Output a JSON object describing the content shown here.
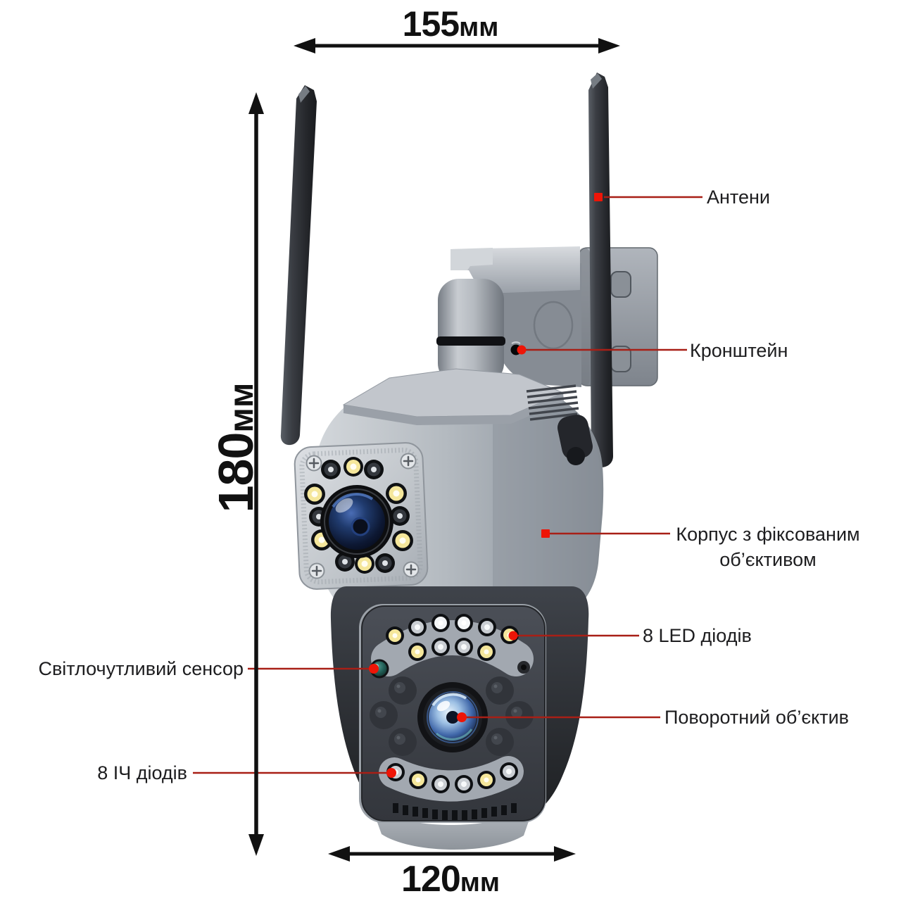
{
  "dimensions": {
    "top": {
      "value": "155",
      "unit": "мм"
    },
    "left": {
      "value": "180",
      "unit": "мм"
    },
    "bottom": {
      "value": "120",
      "unit": "мм"
    }
  },
  "annotations": {
    "antennas": {
      "label": "Антени"
    },
    "bracket": {
      "label": "Кронштейн"
    },
    "fixed_lens_body": {
      "label": "Корпус з фіксованим об’єктивом"
    },
    "led_diodes": {
      "label": "8 LED діодів"
    },
    "rotating_lens": {
      "label": "Поворотний об’єктив"
    },
    "light_sensor": {
      "label": "Світлочутливий сенсор"
    },
    "ir_diodes": {
      "label": "8 ІЧ діодів"
    }
  },
  "colors": {
    "background": "#ffffff",
    "leader_line": "#a81f16",
    "marker_dot": "#ee1507",
    "dimension": "#111111",
    "label_text": "#1d1d1f",
    "body_gray": "#aab0b7",
    "dark_housing": "#2b2d31",
    "lens_blue": "#2b4f8f",
    "led_yellow": "#f5e79b",
    "sensor_teal": "#3b7d74"
  }
}
